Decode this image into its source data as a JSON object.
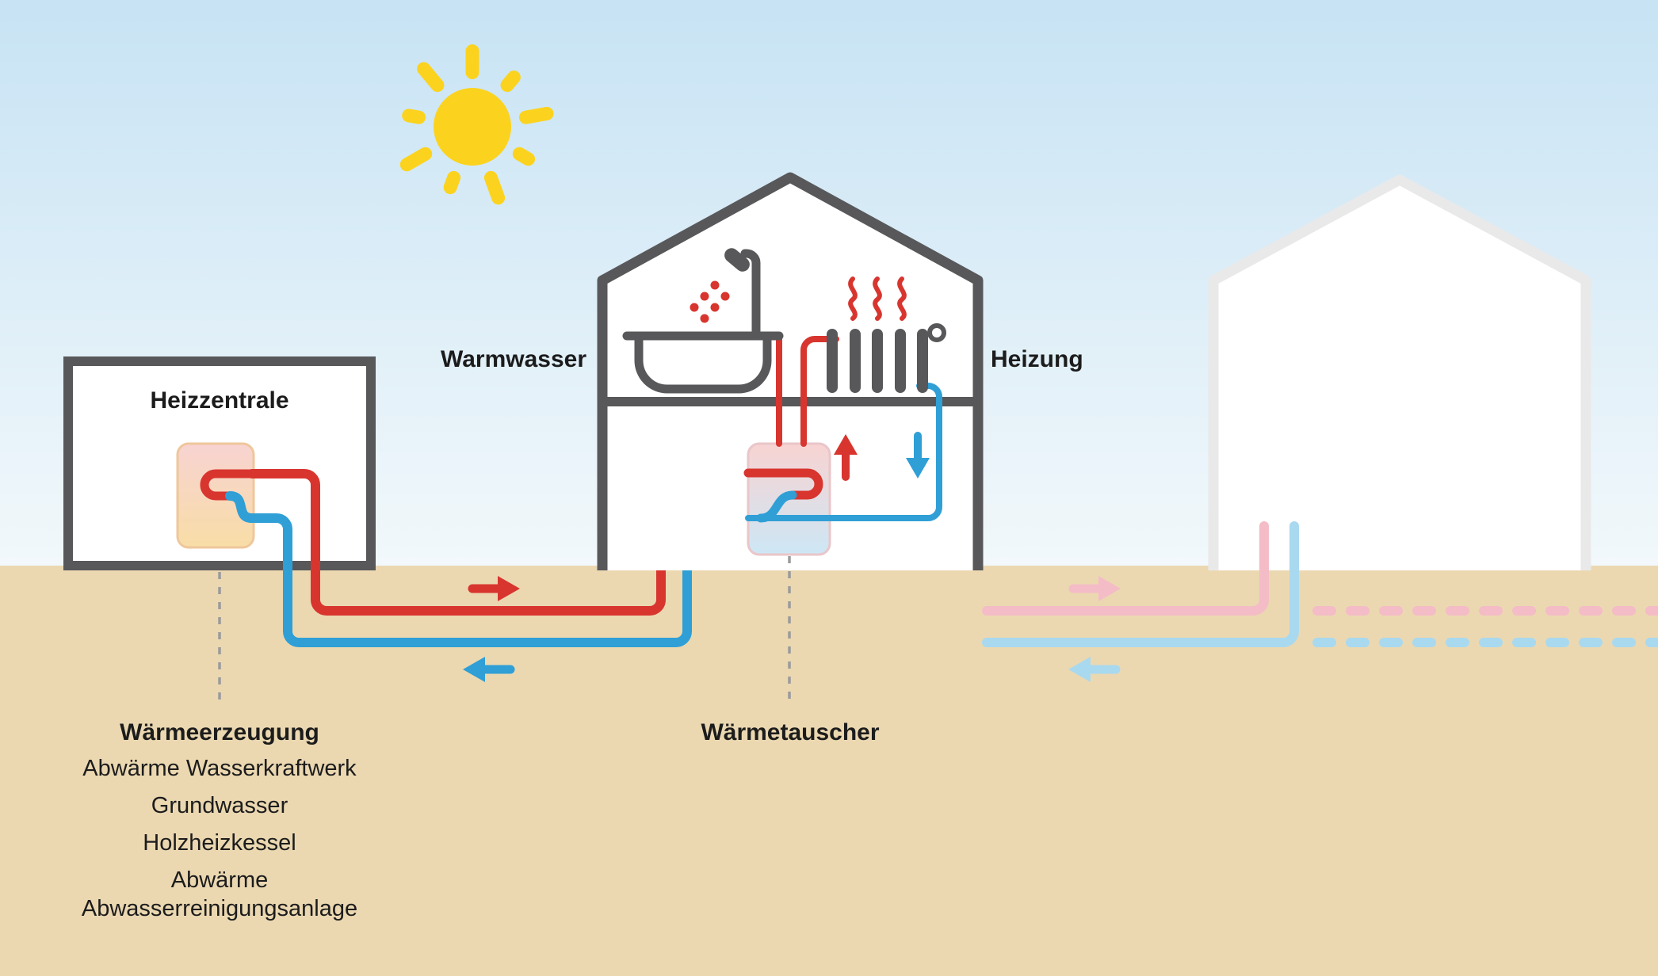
{
  "labels": {
    "heizzentrale": "Heizzentrale",
    "warmwasser": "Warmwasser",
    "heizung": "Heizung",
    "waermetauscher": "Wärmetauscher",
    "waermeerzeugung": "Wärmeerzeugung",
    "sources": [
      "Abwärme Wasserkraftwerk",
      "Grundwasser",
      "Holzheizkessel",
      "Abwärme Abwasserreinigungsanlage"
    ]
  },
  "icons": [
    "sun-icon",
    "bathtub-icon",
    "shower-icon",
    "water-drops-icon",
    "radiator-icon",
    "heat-waves-icon",
    "heat-exchanger-icon",
    "arrow-right-icon",
    "arrow-left-icon",
    "arrow-up-icon",
    "arrow-down-icon"
  ],
  "colors": {
    "supply-red": "#d8352f",
    "return-blue": "#2f9fd6",
    "supply-faded": "#f4bcc6",
    "return-faded": "#a9d9ef",
    "outline-gray": "#58585a",
    "ghost-gray": "#e9e9e9",
    "leader-gray": "#9b9b9b",
    "ground": "#ebd8b1",
    "sun-yellow": "#fbd31e",
    "sky-top": "#c7e3f4",
    "sky-bottom": "#f2f8fb",
    "text": "#1c1c1c"
  }
}
